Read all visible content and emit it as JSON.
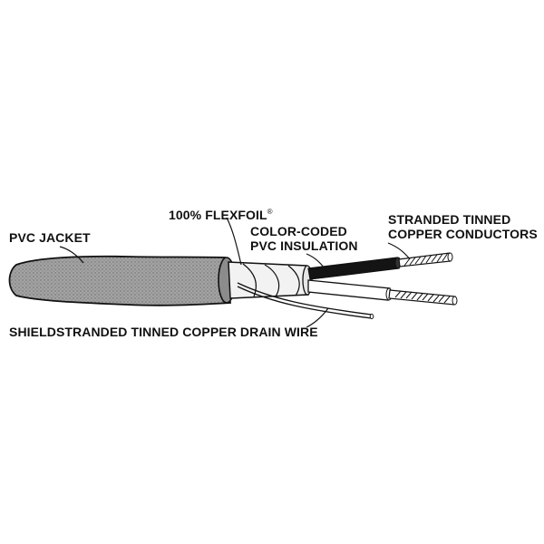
{
  "labels": {
    "pvc_jacket": "PVC JACKET",
    "flexfoil": "100% FLEXFOIL",
    "flexfoil_mark": "®",
    "insulation_line1": "COLOR-CODED",
    "insulation_line2": "PVC INSULATION",
    "conductors_line1": "STRANDED TINNED",
    "conductors_line2": "COPPER CONDUCTORS",
    "drain_wire": "SHIELDSTRANDED TINNED COPPER DRAIN WIRE"
  },
  "colors": {
    "ink": "#111111",
    "jacket_fill": "#9a9a9a",
    "foil_fill": "#f2f2f2",
    "black_insulation": "#141414",
    "white_insulation": "#ffffff"
  }
}
